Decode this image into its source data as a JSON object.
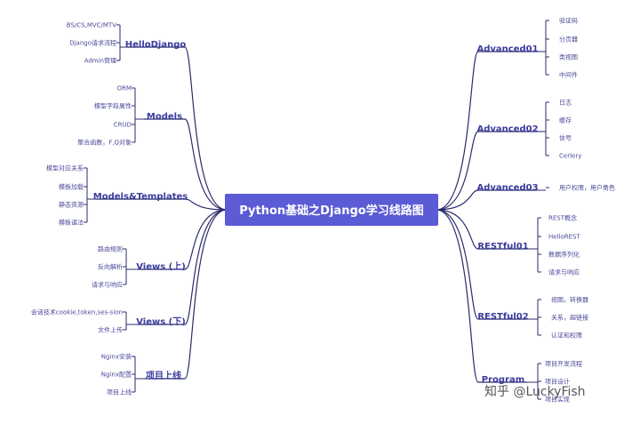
{
  "central": "Python基础之Django学习线路图",
  "left_branches": [
    {
      "label": "HelloDjango",
      "items": [
        "BS/CS,MVC/MTV",
        "Django请求流程",
        "Admin管理"
      ]
    },
    {
      "label": "Models",
      "items": [
        "ORM",
        "模型字段属性",
        "CRUD",
        "聚合函数，F,Q对象"
      ]
    },
    {
      "label": "Models&Templates",
      "items": [
        "模型对应关系",
        "模板加载",
        "静态资源",
        "模板语法"
      ]
    },
    {
      "label": "Views (上)",
      "items": [
        "路由规则",
        "反向解析",
        "请求与响应"
      ]
    },
    {
      "label": "Views (下)",
      "items": [
        "会话技术cookie,token,ses-sion",
        "文件上传"
      ]
    },
    {
      "label": "项目上线",
      "items": [
        "Nginx安装",
        "Nginx配置",
        "项目上线"
      ]
    }
  ],
  "right_branches": [
    {
      "label": "Advanced01",
      "items": [
        "验证码",
        "分页器",
        "类视图",
        "中间件"
      ]
    },
    {
      "label": "Advanced02",
      "items": [
        "日志",
        "缓存",
        "信号",
        "Cerlery"
      ]
    },
    {
      "label": "Advanced03",
      "items": [
        "用户权限，用户角色"
      ]
    },
    {
      "label": "RESTful01",
      "items": [
        "REST概念",
        "HelloREST",
        "数据序列化",
        "请求与响应"
      ]
    },
    {
      "label": "RESTful02",
      "items": [
        "视图，转换器",
        "关系，超链接",
        "认证和权限"
      ]
    },
    {
      "label": "Program",
      "items": [
        "项目开发流程",
        "项目设计",
        "项目实现"
      ]
    }
  ],
  "watermark": "知乎 @LuckyFish",
  "colors": {
    "central_fill": "#5b5bd6",
    "line": "#2b2b6e",
    "text": "#3b3b9e"
  }
}
